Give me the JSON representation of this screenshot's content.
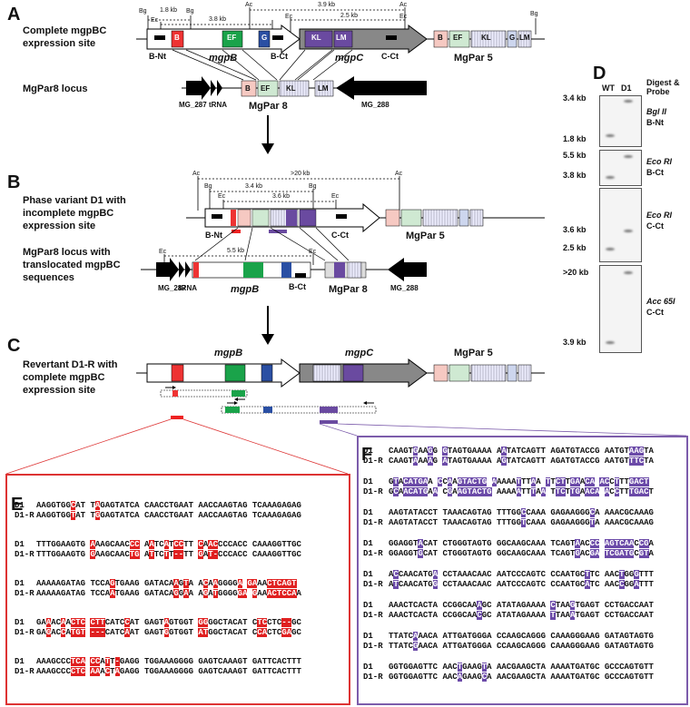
{
  "panels": {
    "A": {
      "letter": "A",
      "label_line1": "Complete mgpBC",
      "label_line2": "expression site",
      "locus_label": "MgPar8 locus",
      "mgpB": "mgpB",
      "mgpC": "mgpC",
      "mgpar5": "MgPar 5",
      "mgpar8": "MgPar 8",
      "bnt": "B-Nt",
      "bct": "B-Ct",
      "cct": "C-Ct",
      "mg287": "MG_287",
      "trna": "tRNA",
      "mg288": "MG_288",
      "dist1": "1.8 kb",
      "dist2": "3.8 kb",
      "dist3": "3.9 kb",
      "dist4": "2.5 kb"
    },
    "B": {
      "letter": "B",
      "label_line1": "Phase variant D1 with",
      "label_line2": "incomplete mgpBC",
      "label_line3": "expression site",
      "locus_line1": "MgPar8 locus with",
      "locus_line2": "translocated mgpBC",
      "locus_line3": "sequences",
      "dist1": ">20 kb",
      "dist2": "3.4 kb",
      "dist3": "3.6 kb",
      "dist4": "5.5 kb"
    },
    "C": {
      "letter": "C",
      "label_line1": "Revertant D1-R with",
      "label_line2": "complete mgpBC",
      "label_line3": "expression site"
    },
    "D": {
      "letter": "D",
      "col_wt": "WT",
      "col_d1": "D1",
      "header": "Digest &",
      "header2": "Probe",
      "blots": [
        {
          "enzyme": "Bgl II",
          "probe": "B-Nt",
          "marker_top": "3.4 kb",
          "marker_bottom": "1.8 kb"
        },
        {
          "enzyme": "Eco RI",
          "probe": "B-Ct",
          "marker_top": "5.5 kb",
          "marker_bottom": "3.8 kb"
        },
        {
          "enzyme": "Eco RI",
          "probe": "C-Ct",
          "marker_top": "3.6 kb",
          "marker_bottom": "2.5 kb"
        },
        {
          "enzyme": "Acc 65I",
          "probe": "C-Ct",
          "marker_top": ">20 kb",
          "marker_bottom": "3.9 kb"
        }
      ]
    },
    "E": {
      "letter": "E",
      "rows": [
        {
          "a": "D1",
          "sa": "AAGGTGGCAT TAGAGTATCA CAACCTGAAT AACCAAGTAG TCAAAGAGAG",
          "b": "D1-R",
          "sb": "AAGGTGGTAT TGGAGTATCA CAACCTGAAT AACCAAGTAG TCAAAGAGAG"
        },
        {
          "a": "D1",
          "sa": "TTTGGAAGTG AAAGCAACCC AATCATCCTT CAACCCCACC CAAAGGTTGC",
          "b": "D1-R",
          "sb": "TTTGGAAGTG GAAGCAACTG ATTCTT--TT GAT-CCCACC CAAAGGTTGC"
        },
        {
          "a": "D1",
          "sa": "AAAAAGATAG TCCAGTGAAG GATACAAGTA ACAAGGGGA GAAACTCAGT",
          "b": "D1-R",
          "sb": "AAAAAGATAG TCCAATGAAG GATACAGGAA AGATGGGGGA GAAACTCCAA"
        },
        {
          "a": "D1",
          "sa": "GAAACAACTC CTTCATCCAT GAGTAGTGGT GGGGCTACAT CTCCTC--GC",
          "b": "D1-R",
          "sb": "GAGACCATGT ---CATCAAT GAGTGGTGGT ATGGCTACAT CCACTCGAGC"
        },
        {
          "a": "D1",
          "sa": "AAAGCCCTCA CCATT-GAGG TGGAAAGGGG GAGTCAAAGT GATTCACTTT",
          "b": "D1-R",
          "sb": "AAAGCCCCTC AAACTAGAGG TGGAAAGGGG GAGTCAAAGT GATTCACTTT"
        }
      ]
    },
    "F": {
      "letter": "F",
      "rows": [
        {
          "a": "D1",
          "sa": "CAAGTGAAGG GTAGTGAAAA AATATCAGTT AGATGTACCG AATGTAAGTA",
          "b": "D1-R",
          "sb": "CAAGTAAAAG ATAGTGAAAA AGTATCAGTT AGATGTACCG AATGTTTCTA"
        },
        {
          "a": "D1",
          "sa": "GTACATGAA CCAAGTACTG AAAAATTTAA TTCTTGAACA ACCTTTGACT",
          "b": "D1-R",
          "sb": "GCAACATGAA CGAAGTACTG AAAAATTTAA TTCTTGAACA ACCTTTGACT"
        },
        {
          "a": "D1",
          "sa": "AAGTATACCT TAAACAGTAG TTTGGCCAAA GAGAAGGGCA AAACGCAAAG",
          "b": "D1-R",
          "sb": "AAGTATACCT TAAACAGTAG TTTGGTCAAA GAGAAGGGTA AAACGCAAAG"
        },
        {
          "a": "D1",
          "sa": "GGAGGTACAT CTGGGTAGTG GGCAAGCAAA TCAGTAACCC AGTCAACCGA",
          "b": "D1-R",
          "sb": "GGAGGTGCAT CTGGGTAGTG GGCAAGCAAA TCAGTGACGA TCGATGCGTA"
        },
        {
          "a": "D1",
          "sa": "ACCAACATGA CCTAAACAAC AATCCCAGTC CCAATGCTTC AACTGGGTTT",
          "b": "D1-R",
          "sb": "ATCAACATGG CCTAAACAAC AATCCCAGTC CCAATGCATC AACCGGATTT"
        },
        {
          "a": "D1",
          "sa": "AAACTCACTA CCGGCAAAGC ATATAGAAAA CTAAGTGAGT CCTGACCAAT",
          "b": "D1-R",
          "sb": "AAACTCACTA CCGGCAACGC ATATAGAAAA TTAAATGAGT CCTGACCAAT"
        },
        {
          "a": "D1",
          "sa": "TTATCAAACA ATTGATGGGA CCAAGCAGGG CAAAGGGAAG GATAGTAGTG",
          "b": "D1-R",
          "sb": "TTATCGAACA ATTGATGGGA CCAAGCAGGG CAAAGGGAAG GATAGTAGTG"
        },
        {
          "a": "D1",
          "sa": "GGTGGAGTTC AACTGAAGTA AACGAAGCTA AAAATGATGC GCCCAGTGTT",
          "b": "D1-R",
          "sb": "GGTGGAGTTC AACAGAAGCA AACGAAGCTA AAAATGATGC GCCCAGTGTT"
        }
      ]
    }
  }
}
